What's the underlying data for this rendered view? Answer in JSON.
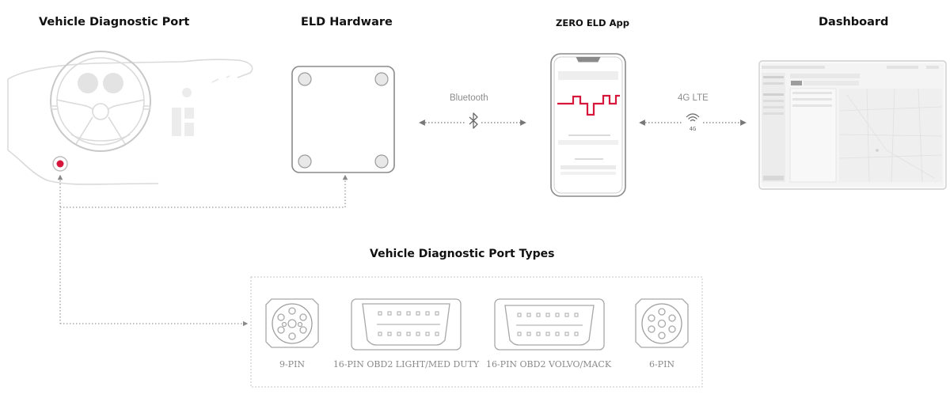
{
  "stages": {
    "vehicle_port": "Vehicle Diagnostic Port",
    "eld_hardware": "ELD Hardware",
    "app": "ZERO ELD App",
    "dashboard": "Dashboard"
  },
  "links": {
    "bluetooth": "Bluetooth",
    "lte": "4G LTE",
    "network_badge": "4G"
  },
  "port_types": {
    "title": "Vehicle Diagnostic Port Types",
    "items": [
      {
        "label": "9-PIN"
      },
      {
        "label": "16-PIN OBD2 LIGHT/MED DUTY"
      },
      {
        "label": "16-PIN OBD2 VOLVO/MACK"
      },
      {
        "label": "6-PIN"
      }
    ]
  },
  "colors": {
    "accent": "#d6163a",
    "line": "#9a9a9a",
    "heading": "#111111"
  }
}
